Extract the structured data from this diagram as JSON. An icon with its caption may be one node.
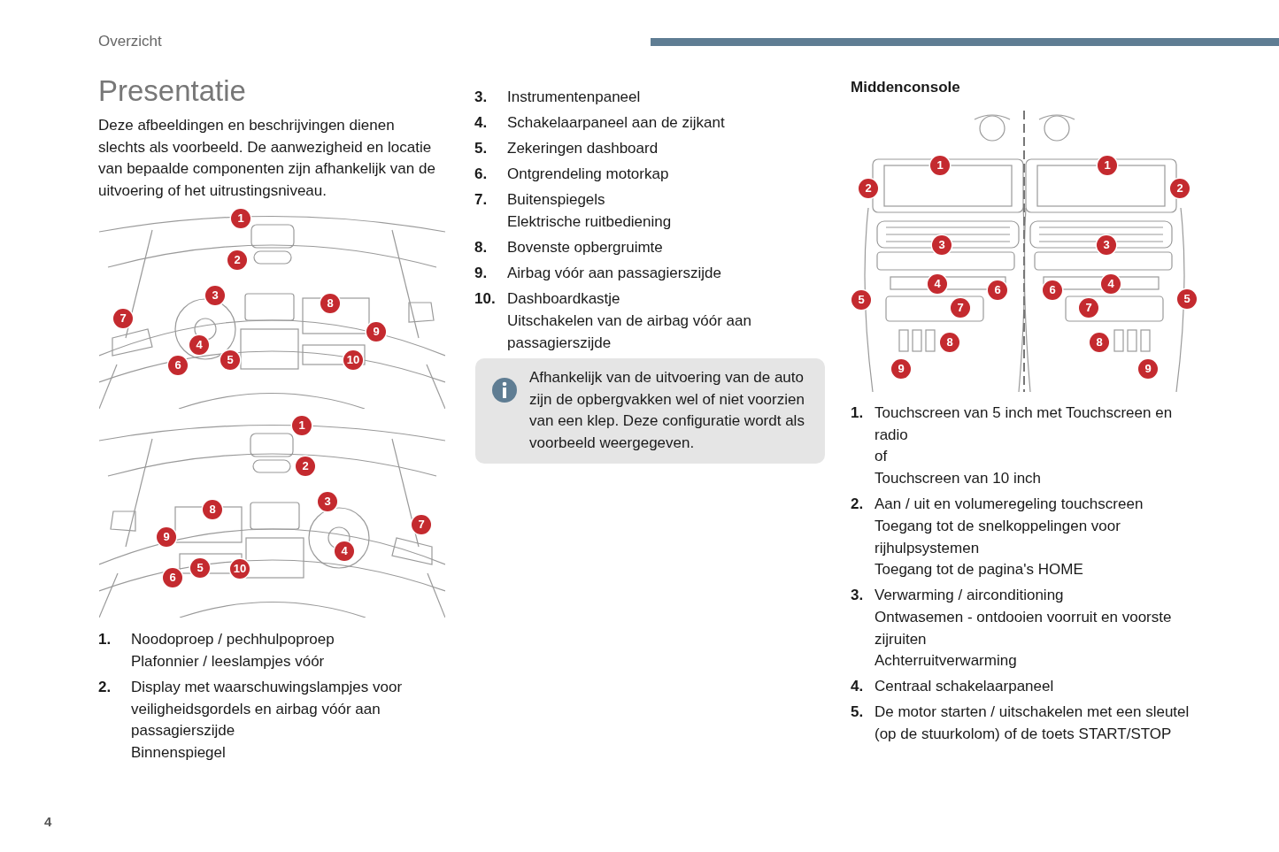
{
  "diagram": {
    "title": "Presentatie",
    "labels": [
      "Overzicht",
      "Deze afbeeldingen en beschrijvingen dienen slechts als voorbeeld. De aanwezigheid en locatie van bepaalde componenten zijn afhankelijk van de uitvoering of het uitrustingsniveau.",
      "1",
      "2",
      "3",
      "8",
      "7",
      "9",
      "4",
      "5",
      "10",
      "6",
      "1",
      "2",
      "3",
      "8",
      "7",
      "9",
      "4",
      "5",
      "10",
      "6",
      "1.",
      "Noodoproep / pechhulpoproep",
      "Plafonnier / leeslampjes vóór",
      "2.",
      "Display met waarschuwingslampjes voor veiligheidsgordels en airbag vóór aan passagierszijde",
      "Binnenspiegel",
      "3.",
      "Instrumentenpaneel",
      "4.",
      "Schakelaarpaneel aan de zijkant",
      "5.",
      "Zekeringen dashboard",
      "6.",
      "Ontgrendeling motorkap",
      "7.",
      "Buitenspiegels",
      "Elektrische ruitbediening",
      "8.",
      "Bovenste opbergruimte",
      "9.",
      "Airbag vóór aan passagierszijde",
      "10.",
      "Dashboardkastje",
      "Uitschakelen van de airbag vóór aan passagierszijde",
      "Afhankelijk van de uitvoering van de auto zijn de opbergvakken wel of niet voorzien van een klep. Deze configuratie wordt als voorbeeld weergegeven.",
      "Middenconsole",
      "1",
      "1",
      "2",
      "2",
      "3",
      "3",
      "4",
      "6",
      "6",
      "4",
      "5",
      "5",
      "7",
      "7",
      "8",
      "8",
      "9",
      "9",
      "1.",
      "Touchscreen van 5 inch met Touchscreen en radio",
      "of",
      "Touchscreen van 10 inch",
      "2.",
      "Aan / uit en volumeregeling touchscreen",
      "Toegang tot de snelkoppelingen voor rijhulpsystemen",
      "Toegang tot de pagina's HOME",
      "3.",
      "Verwarming / airconditioning",
      "Ontwasemen - ontdooien voorruit en voorste zijruiten",
      "Achterruitverwarming",
      "4.",
      "Centraal schakelaarpaneel",
      "5.",
      "De motor starten / uitschakelen met een sleutel (op de stuurkolom) of de toets START/STOP",
      "4"
    ]
  }
}
